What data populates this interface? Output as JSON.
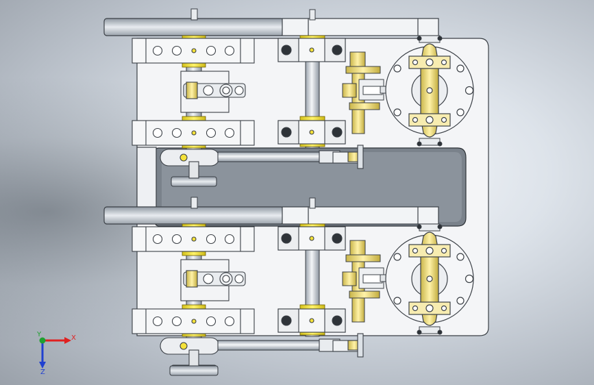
{
  "view": {
    "background": "#c8ced6",
    "colors": {
      "metal": "#f4f5f7",
      "metal_edge": "#3a3f45",
      "steel": "#cfd5dc",
      "shaft": "#d9dee4",
      "brass": "#f2e38a",
      "brass_dark": "#c9b54a",
      "yellow_ring": "#f5e23a",
      "hole": "#2e3338",
      "hole_fill": "#ffffff"
    }
  },
  "triad": {
    "x_label": "X",
    "y_label": "Y",
    "z_label": "Z",
    "x_color": "#e02020",
    "y_color": "#20a030",
    "z_color": "#2040d0"
  }
}
